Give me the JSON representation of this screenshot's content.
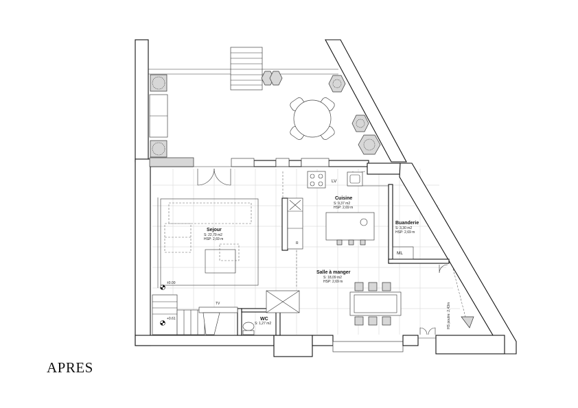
{
  "caption": "APRES",
  "rooms": {
    "sejour": {
      "name": "Sejour",
      "surface": "S: 22,79 m2",
      "hsp": "HSP: 2,69 m"
    },
    "cuisine": {
      "name": "Cuisine",
      "surface": "S: 9,37 m2",
      "hsp": "HSP: 2,69 m"
    },
    "buanderie": {
      "name": "Buanderie",
      "surface": "S: 3,30 m2",
      "hsp": "HSP: 2,69 m"
    },
    "salle": {
      "name": "Salle à manger",
      "surface": "S: 18,09 m2",
      "hsp": "HSP: 2,69 m"
    },
    "wc": {
      "name": "WC",
      "surface": "S: 1,27 m2"
    }
  },
  "labels": {
    "lv": "LV",
    "ml": "ML",
    "r": "R",
    "tv": "TV",
    "level_0": "±0.00",
    "level_1": "+0.61",
    "poutre": "HS poutre: 2,43m"
  },
  "colors": {
    "line": "#111111",
    "tile": "#cfcfcf",
    "furniture_fill": "#d7d7d7"
  }
}
